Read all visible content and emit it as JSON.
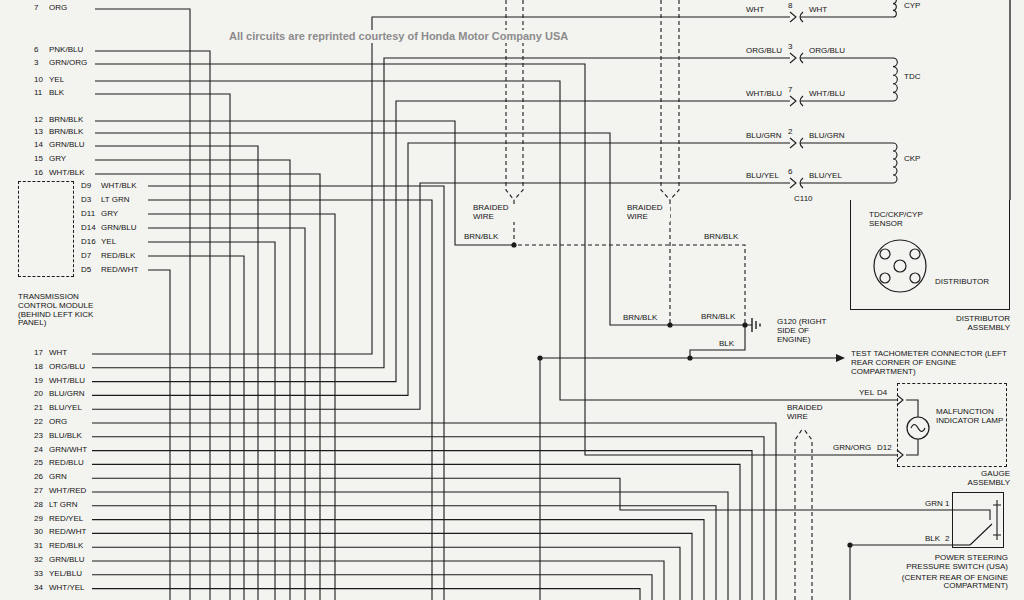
{
  "diagram": {
    "nodes": [
      {
        "text": [
          "TRANSMISSION CONTROL MODULE (BEHIND LEFT KICK PANEL)"
        ]
      },
      {
        "text": [
          "DISTRIBUTOR ASSEMBLY"
        ]
      },
      {
        "text": [
          "GAUGE ASSEMBLY"
        ]
      },
      {
        "text": [
          "POWER STEERING PRESSURE SWITCH (USA)",
          "(CENTER REAR OF ENGINE COMPARTMENT)"
        ]
      }
    ],
    "labels": [
      "All circuits are reprinted courtesy of Honda Motor Company USA",
      "7",
      "ORG",
      "6",
      "PNK/BLU",
      "3",
      "GRN/ORG",
      "10",
      "YEL",
      "11",
      "BLK",
      "12",
      "BRN/BLK",
      "13",
      "BRN/BLK",
      "14",
      "GRN/BLU",
      "15",
      "GRY",
      "16",
      "WHT/BLK",
      "D9",
      "WHT/BLK",
      "D3",
      "LT GRN",
      "D11",
      "GRY",
      "D14",
      "GRN/BLU",
      "D16",
      "YEL",
      "D7",
      "RED/BLK",
      "D5",
      "RED/WHT",
      "17",
      "WHT",
      "18",
      "ORG/BLU",
      "19",
      "WHT/BLU",
      "20",
      "BLU/GRN",
      "21",
      "BLU/YEL",
      "22",
      "ORG",
      "23",
      "BLU/BLK",
      "24",
      "GRN/WHT",
      "25",
      "RED/BLU",
      "26",
      "GRN",
      "27",
      "WHT/RED",
      "28",
      "LT GRN",
      "29",
      "RED/YEL",
      "30",
      "RED/WHT",
      "31",
      "RED/BLK",
      "32",
      "GRN/BLU",
      "33",
      "YEL/BLU",
      "34",
      "WHT/YEL",
      "WHT",
      "8",
      "WHT",
      "ORG/BLU",
      "3",
      "ORG/BLU",
      "WHT/BLU",
      "7",
      "WHT/BLU",
      "BLU/GRN",
      "2",
      "BLU/GRN",
      "BLU/YEL",
      "6",
      "BLU/YEL",
      "C110",
      "CYP",
      "TDC",
      "CKP",
      "TDC/CKP/CYP SENSOR",
      "DISTRIBUTOR",
      "BRAIDED WIRE",
      "BRAIDED WIRE",
      "BRN/BLK",
      "BRN/BLK",
      "BRN/BLK",
      "BRN/BLK",
      "BLK",
      "G120 (RIGHT SIDE OF ENGINE)",
      "TEST TACHOMETER CONNECTOR (LEFT REAR CORNER OF ENGINE COMPARTMENT)",
      "BRAIDED WIRE",
      "YEL",
      "D4",
      "GRN/ORG",
      "D12",
      "MALFUNCTION INDICATOR LAMP",
      "GRN",
      "1",
      "BLK",
      "2"
    ]
  }
}
